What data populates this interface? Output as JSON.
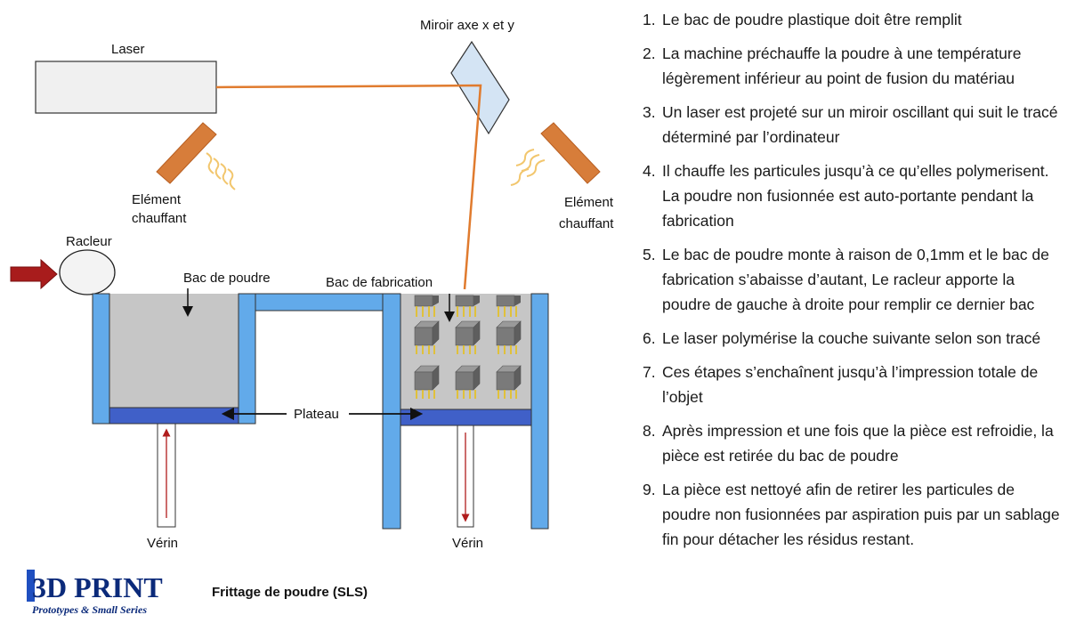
{
  "diagram": {
    "labels": {
      "laser": "Laser",
      "mirror": "Miroir axe x et y",
      "heater_left": [
        "Elément",
        "chauffant"
      ],
      "heater_right": [
        "Elément",
        "chauffant"
      ],
      "racleur": "Racleur",
      "bac_poudre": "Bac de poudre",
      "bac_fabrication": "Bac de fabrication",
      "plateau": "Plateau",
      "verin_left": "Vérin",
      "verin_right": "Vérin"
    },
    "colors": {
      "laser_beam": "#e07b2e",
      "wall_blue": "#62aaea",
      "plate_navy": "#4060c8",
      "powder_gray": "#c6c6c6",
      "heater_orange": "#d77d3a",
      "heat_wave": "#f2c66d",
      "arrow_red": "#b01c1c",
      "mirror_blue": "#d4e4f4"
    }
  },
  "steps": [
    "Le bac de poudre plastique doit être remplit",
    "La machine préchauffe la poudre à une température légèrement inférieur au point de fusion du matériau",
    "Un laser est projeté sur un miroir oscillant qui suit le tracé déterminé par l’ordinateur",
    "Il chauffe les particules jusqu’à ce qu’elles polymerisent. La poudre non fusionnée est auto-portante pendant la fabrication",
    "Le bac de poudre monte à raison de 0,1mm et le bac de fabrication s’abaisse d’autant, Le racleur apporte la poudre de gauche à droite pour remplir ce dernier bac",
    "Le laser polymérise la couche suivante selon son tracé",
    "Ces étapes s’enchaînent jusqu’à l’impression totale de l’objet",
    "Après impression et une fois que la pièce est refroidie, la pièce est retirée du bac de poudre",
    "La pièce est nettoyé afin de retirer les particules de poudre non fusionnées par aspiration puis par un sablage fin pour détacher les résidus restant."
  ],
  "caption": "Frittage de poudre (SLS)",
  "logo": {
    "main": "3D PRINT",
    "sub": "Prototypes & Small Series"
  }
}
